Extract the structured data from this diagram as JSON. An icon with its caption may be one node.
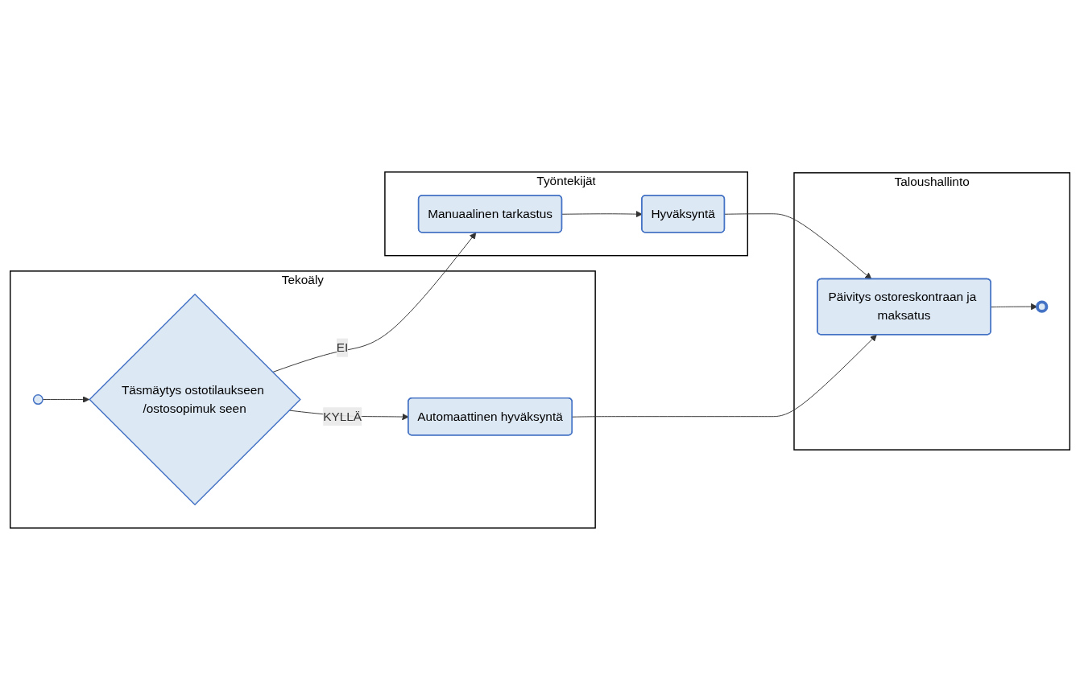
{
  "diagram": {
    "nodes": [
      {
        "text": [
          "Työntekijät"
        ]
      },
      {
        "text": [
          "Manuaalinen tarkastus"
        ],
        "in": 0
      },
      {
        "text": [
          "Hyväksyntä"
        ],
        "in": 0
      },
      {
        "text": [
          "Taloushallinto"
        ]
      },
      {
        "text": [
          "Päivitys ostoreskontraan ja maksatus"
        ],
        "in": 3
      },
      {
        "text": [],
        "shape": "circle",
        "in": 3
      },
      {
        "text": [
          "Tekoäly"
        ]
      },
      {
        "text": [],
        "shape": "circle",
        "in": 6
      },
      {
        "text": [
          "Täsmäytys ostotilaukseen /ostosopimuk seen"
        ],
        "in": 6
      },
      {
        "text": [
          "Automaattinen hyväksyntä"
        ],
        "in": 6
      }
    ],
    "edges": [
      {
        "from": 7,
        "to": 8,
        "arrow": "to"
      },
      {
        "from": 8,
        "to": 9,
        "arrow": "to",
        "label": "KYLLÄ"
      },
      {
        "from": 8,
        "to": 1,
        "arrow": "to",
        "label": "EI"
      },
      {
        "from": 1,
        "to": 2,
        "arrow": "to"
      },
      {
        "from": 2,
        "to": 4,
        "arrow": "to"
      },
      {
        "from": 9,
        "to": 4,
        "arrow": "to"
      },
      {
        "from": 4,
        "to": 5,
        "arrow": "to"
      }
    ]
  }
}
